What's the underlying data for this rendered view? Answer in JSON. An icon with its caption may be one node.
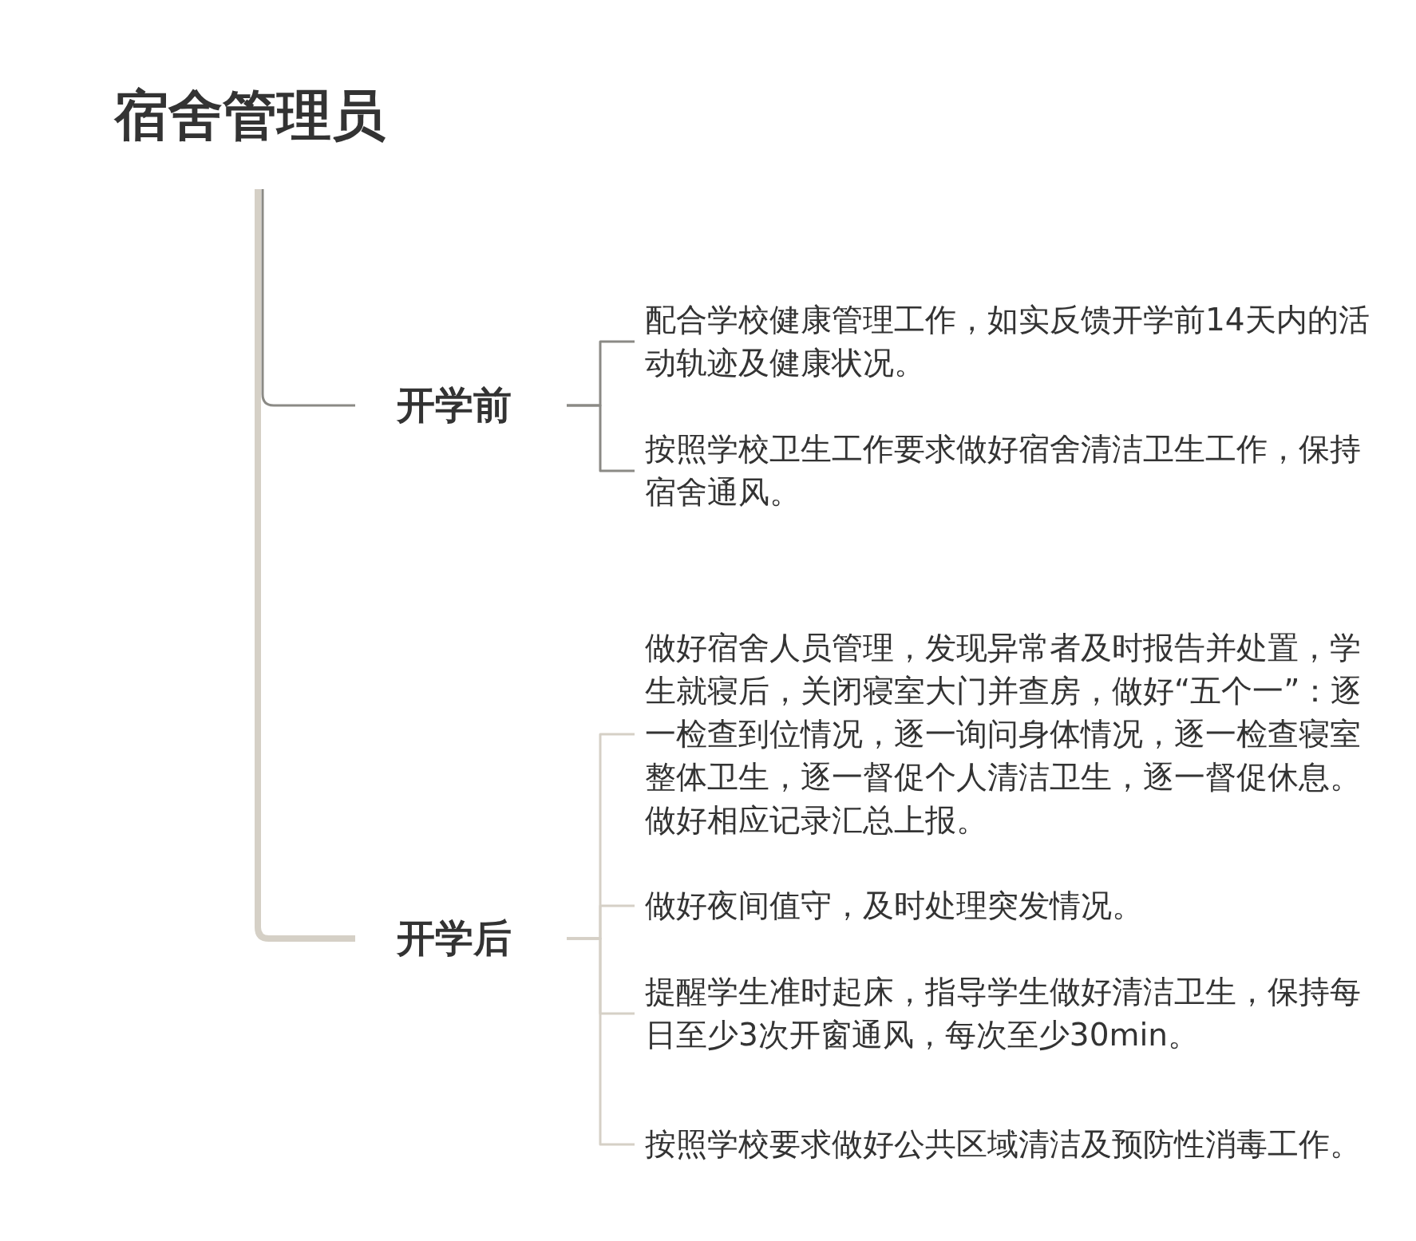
{
  "diagram": {
    "nodes": [
      {
        "text": [
          "宿舍管理员"
        ]
      },
      {
        "text": [
          "开学前"
        ]
      },
      {
        "text": [
          "配合学校健康管理工作，如实反馈开学前14天内的活动轨迹及健康状况。"
        ]
      },
      {
        "text": [
          "按照学校卫生工作要求做好宿舍清洁卫生工作，保持宿舍通风。"
        ]
      },
      {
        "text": [
          "开学后"
        ]
      },
      {
        "text": [
          "做好宿舍人员管理，发现异常者及时报告并处置，学生就寝后，关闭寝室大门并查房，做好“五个一”：逐一检查到位情况，逐一询问身体情况，逐一检查寝室整体卫生，逐一督促个人清洁卫生，逐一督促休息。做好相应记录汇总上报。"
        ]
      },
      {
        "text": [
          "做好夜间值守，及时处理突发情况。"
        ]
      },
      {
        "text": [
          "提醒学生准时起床，指导学生做好清洁卫生，保持每日至少3次开窗通风，每次至少30min。"
        ]
      },
      {
        "text": [
          "按照学校要求做好公共区域清洁及预防性消毒工作。"
        ]
      }
    ],
    "edges": [
      {
        "from": 0,
        "to": 1,
        "arrow": "none",
        "color": "#8b8a85"
      },
      {
        "from": 0,
        "to": 4,
        "arrow": "none",
        "style": "thick"
      },
      {
        "from": 1,
        "to": 2,
        "arrow": "none",
        "color": "#8b8a85"
      },
      {
        "from": 1,
        "to": 3,
        "arrow": "none",
        "color": "#8b8a85"
      },
      {
        "from": 4,
        "to": 5,
        "arrow": "none"
      },
      {
        "from": 4,
        "to": 6,
        "arrow": "none"
      },
      {
        "from": 4,
        "to": 7,
        "arrow": "none"
      },
      {
        "from": 4,
        "to": 8,
        "arrow": "none"
      }
    ]
  }
}
